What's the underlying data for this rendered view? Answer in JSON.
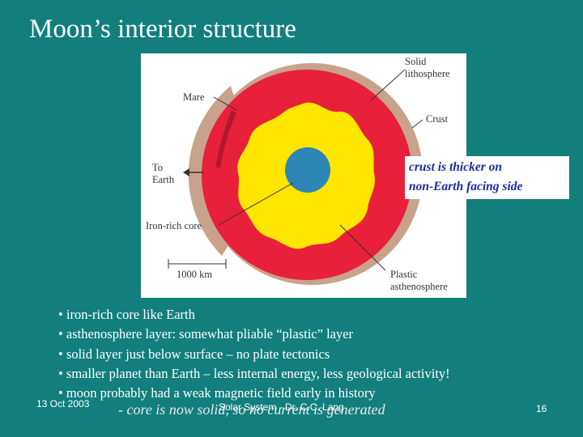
{
  "slide": {
    "title": "Moon’s interior structure",
    "figure": {
      "labels": {
        "solid_lithosphere_line1": "Solid",
        "solid_lithosphere_line2": "lithosphere",
        "mare": "Mare",
        "crust": "Crust",
        "to_earth_line1": "To",
        "to_earth_line2": "Earth",
        "iron_rich_core": "Iron-rich core",
        "scale": "1000 km",
        "plastic_line1": "Plastic",
        "plastic_line2": "asthenosphere"
      },
      "colors": {
        "crust_outer": "#c9a28c",
        "asthenosphere": "#e8203a",
        "lithosphere": "#ffe600",
        "core": "#2e86b5"
      }
    },
    "callout": {
      "line1": "crust is thicker on",
      "line2": "non-Earth facing side"
    },
    "bullets": [
      "• iron-rich core like Earth",
      "• asthenosphere layer: somewhat pliable “plastic” layer",
      "• solid layer just below surface – no plate tectonics",
      "• smaller planet than Earth – less internal energy, less geological activity!",
      "• moon probably had a weak magnetic field early in history"
    ],
    "sub_bullet": "- core is now solid, so no current is generated",
    "footer": {
      "date": "13 Oct 2003",
      "center": "Solar System - Dr. C.C. Lang",
      "page": "16"
    }
  }
}
